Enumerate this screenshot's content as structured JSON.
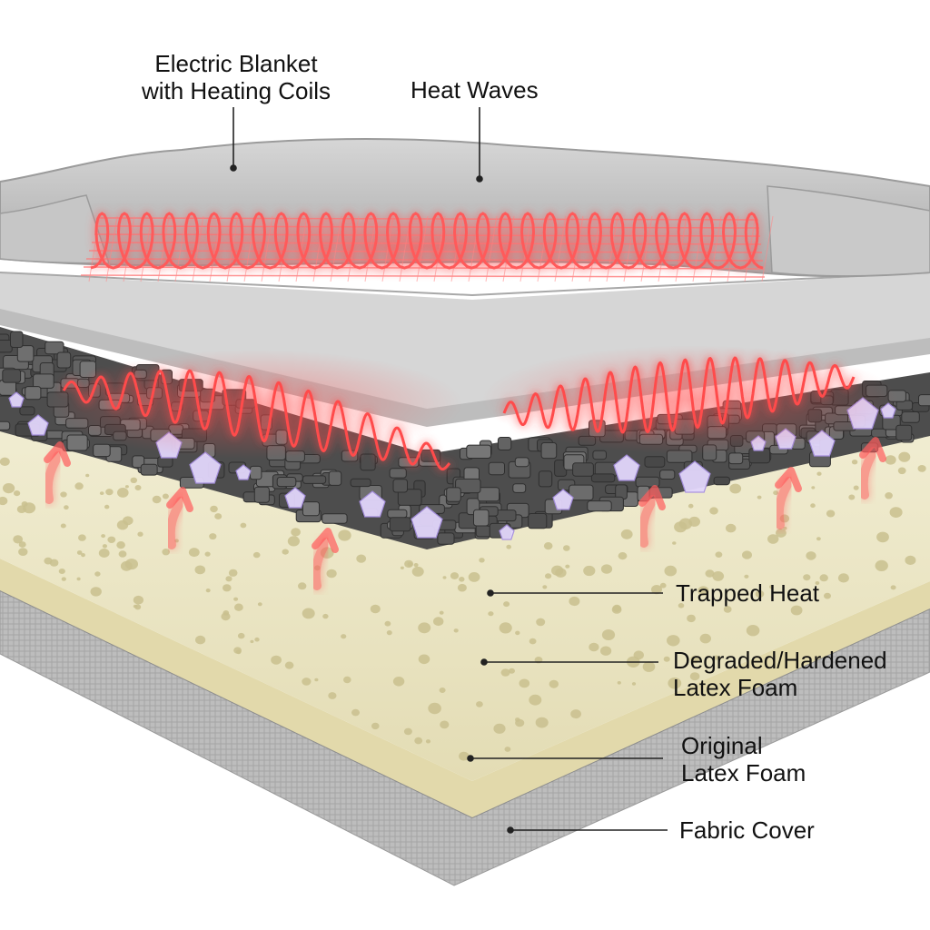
{
  "labels": {
    "electric_blanket": [
      "Electric Blanket",
      "with Heating Coils"
    ],
    "heat_waves": "Heat Waves",
    "trapped_heat": "Trapped Heat",
    "degraded_foam": [
      "Degraded/Hardened",
      "Latex Foam"
    ],
    "original_foam": [
      "Original",
      "Latex Foam"
    ],
    "fabric_cover": "Fabric Cover"
  },
  "colors": {
    "heat": "#ff3b3b",
    "blanket": "#bdbdbd",
    "topper": "#d9d9d9",
    "degraded_layer": "#4a4a4a",
    "latex_foam": "#ece7c6",
    "original_foam": "#e4dcb0",
    "fabric_cover": "#b9b9b9",
    "crystals": "#d7c8f5"
  },
  "icons": [
    "heating-coil-icon",
    "heat-wave-icon",
    "heat-rise-arrow-icon",
    "crystal-icon"
  ]
}
